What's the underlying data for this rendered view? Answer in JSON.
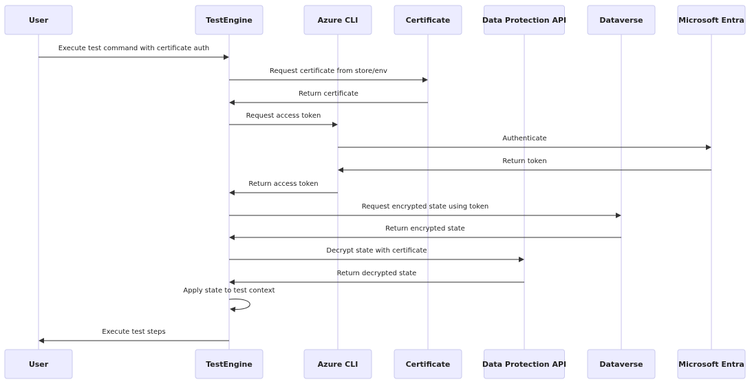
{
  "actors": [
    {
      "id": "user",
      "label": "User"
    },
    {
      "id": "testengine",
      "label": "TestEngine"
    },
    {
      "id": "azurecli",
      "label": "Azure CLI"
    },
    {
      "id": "certificate",
      "label": "Certificate"
    },
    {
      "id": "dpapi",
      "label": "Data Protection API"
    },
    {
      "id": "dataverse",
      "label": "Dataverse"
    },
    {
      "id": "entra",
      "label": "Microsoft Entra"
    }
  ],
  "messages": [
    {
      "from": "user",
      "to": "testengine",
      "text": "Execute test command with certificate auth"
    },
    {
      "from": "testengine",
      "to": "certificate",
      "text": "Request certificate from store/env"
    },
    {
      "from": "certificate",
      "to": "testengine",
      "text": "Return certificate"
    },
    {
      "from": "testengine",
      "to": "azurecli",
      "text": "Request access token"
    },
    {
      "from": "azurecli",
      "to": "entra",
      "text": "Authenticate"
    },
    {
      "from": "entra",
      "to": "azurecli",
      "text": "Return token"
    },
    {
      "from": "azurecli",
      "to": "testengine",
      "text": "Return access token"
    },
    {
      "from": "testengine",
      "to": "dataverse",
      "text": "Request encrypted state using token"
    },
    {
      "from": "dataverse",
      "to": "testengine",
      "text": "Return encrypted state"
    },
    {
      "from": "testengine",
      "to": "dpapi",
      "text": "Decrypt state with certificate"
    },
    {
      "from": "dpapi",
      "to": "testengine",
      "text": "Return decrypted state"
    },
    {
      "from": "testengine",
      "to": "testengine",
      "text": "Apply state to test context"
    },
    {
      "from": "testengine",
      "to": "user",
      "text": "Execute test steps"
    }
  ]
}
